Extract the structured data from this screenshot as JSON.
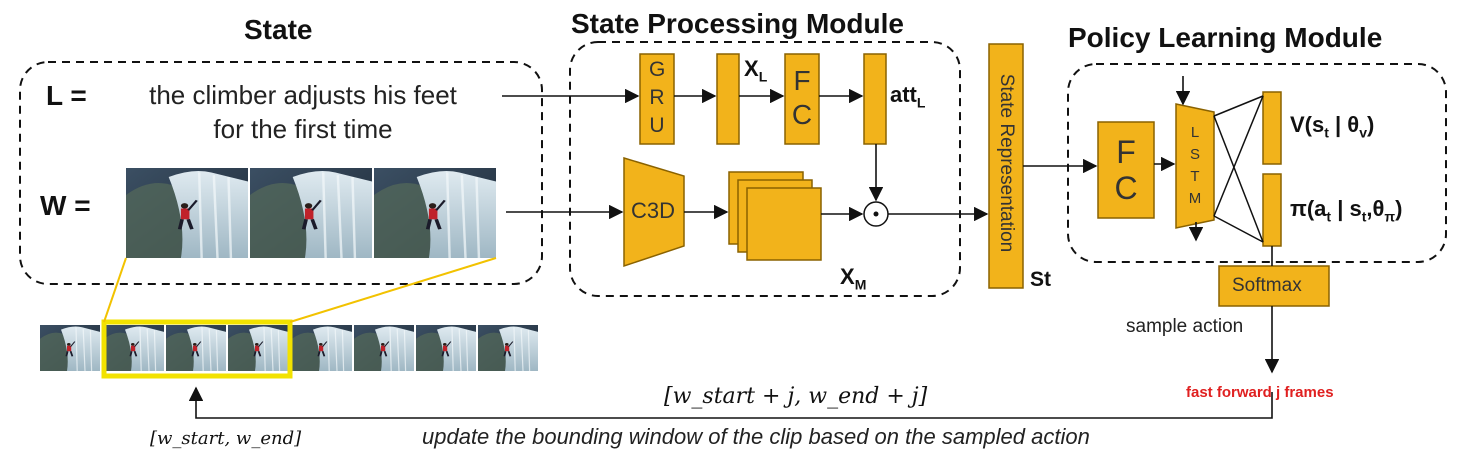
{
  "titles": {
    "state": "State",
    "spm": "State Processing Module",
    "plm": "Policy Learning Module"
  },
  "state": {
    "l_label": "L =",
    "sentence_line1": "the climber adjusts his feet",
    "sentence_line2": "for the first time",
    "w_label": "W ="
  },
  "spm": {
    "gru_letters": [
      "G",
      "R",
      "U"
    ],
    "xl_main": "X",
    "xl_sub": "L",
    "fc_letters": [
      "F",
      "C"
    ],
    "att_main": "att",
    "att_sub": "L",
    "c3d": "C3D",
    "xm_main": "X",
    "xm_sub": "M",
    "dot": "⊙"
  },
  "state_repr": {
    "label": "State Representation",
    "st": "St"
  },
  "plm": {
    "fc_letters": [
      "F",
      "C"
    ],
    "lstm_letters": [
      "L",
      "S",
      "T",
      "M"
    ],
    "value_label": "V(s",
    "value_sub": "t",
    "value_rest": " | θ",
    "value_theta_sub": "v",
    "value_close": ")",
    "policy_label": "π(a",
    "policy_sub": "t",
    "policy_rest": " | s",
    "policy_s_sub": "t",
    "policy_theta": ",θ",
    "policy_theta_sub": "π",
    "policy_close": ")",
    "softmax": "Softmax",
    "sample_action": "sample action"
  },
  "bottom": {
    "fast_forward": "fast forward  j frames",
    "window_new": "[w_start + j, w_end + j]",
    "window_old": "[w_start, w_end]",
    "caption": "update the bounding window of the clip based on the sampled action"
  },
  "colors": {
    "box_fill": "#f2b31b",
    "box_stroke": "#8a6200",
    "sky": "#2e3f52",
    "ice": "#c8dbe6",
    "frame_highlight": "#f2e200",
    "red": "#e02020"
  }
}
